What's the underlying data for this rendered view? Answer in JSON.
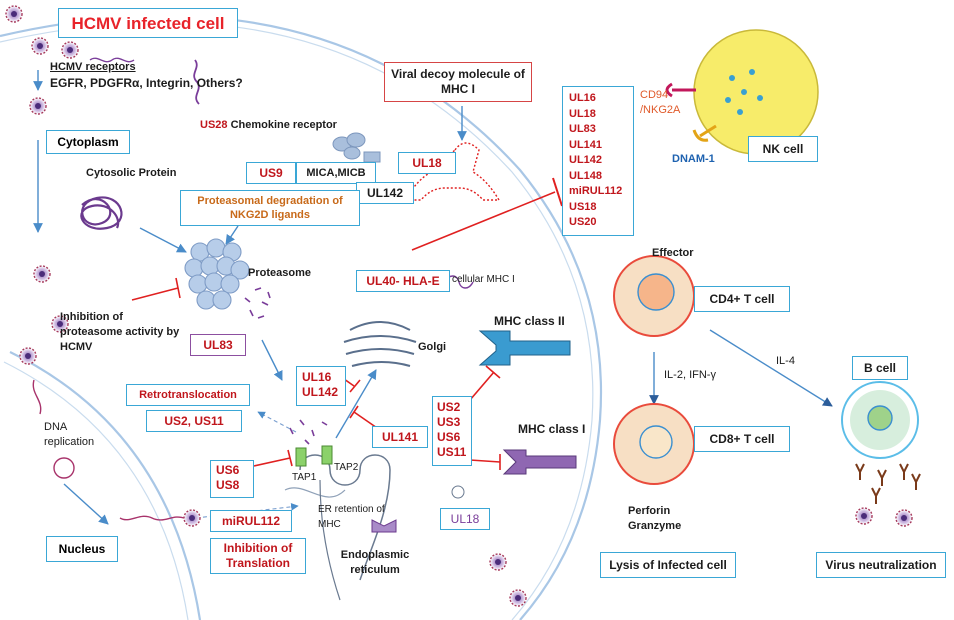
{
  "title": "HCMV infected cell",
  "receptors": {
    "heading": "HCMV receptors",
    "list": "EGFR, PDGFRα, Integrin, Others?"
  },
  "compartments": {
    "cytoplasm": "Cytoplasm",
    "nucleus": "Nucleus",
    "golgi": "Golgi",
    "er": "Endoplasmic reticulum",
    "proteasome": "Proteasome"
  },
  "labels": {
    "us28": "US28",
    "us28_suffix": " Chemokine receptor",
    "cytosolic_protein": "Cytosolic Protein",
    "mica_micb": "MICA,MICB",
    "proteasome_inhibition": "Inhibition of proteasome activity by HCMV",
    "dna_replication": "DNA replication",
    "cellular_mhc": "cellular MHC I",
    "er_retention": "ER retention of MHC",
    "tap1": "TAP1",
    "tap2": "TAP2",
    "mhc2": "MHC class II",
    "mhc1": "MHC class I",
    "cd94": "CD94 /NKG2A",
    "dnam": "DNAM-1",
    "effector": "Effector",
    "il2": "IL-2, IFN-γ",
    "il4": "IL-4",
    "perforin": "Perforin Granzyme"
  },
  "boxes": {
    "us9": "US9",
    "ul18_top": "UL18",
    "ul142_top": "UL142",
    "proteasomal_deg": "Proteasomal degradation of NKG2D ligands",
    "ul40": "UL40-  HLA-E",
    "ul83": "UL83",
    "retro": "Retrotranslocation",
    "us2_us11": "US2, US11",
    "ul16_ul142": [
      "UL16",
      "UL142"
    ],
    "ul141": "UL141",
    "us6_us8": [
      "US6",
      "US8"
    ],
    "mirul112": "miRUL112",
    "inhibition_translation": "Inhibition of Translation",
    "us_list": [
      "US2",
      "US3",
      "US6",
      "US11"
    ],
    "ul18_bottom": "UL18",
    "decoy": "Viral decoy molecule of MHC I",
    "nk_list": [
      "UL16",
      "UL18",
      "UL83",
      "UL141",
      "UL142",
      "UL148",
      "miRUL112",
      "US18",
      "US20"
    ]
  },
  "cells": {
    "nk": "NK cell",
    "cd4": "CD4+ T cell",
    "cd8": "CD8+ T cell",
    "b": "B cell"
  },
  "outcomes": {
    "lysis": "Lysis of Infected cell",
    "neutralization": "Virus neutralization"
  },
  "colors": {
    "box_border": "#3aa7d6",
    "title_red": "#e8232a",
    "label_red": "#c0161c",
    "inhibit_red": "#e02020",
    "arrow_blue": "#4a8cc9",
    "membrane": "#a9c7e6",
    "nk_yellow": "#f7ec6a",
    "t_cell_orange": "#f7dfc4",
    "b_cell_green": "#d7eedd"
  }
}
